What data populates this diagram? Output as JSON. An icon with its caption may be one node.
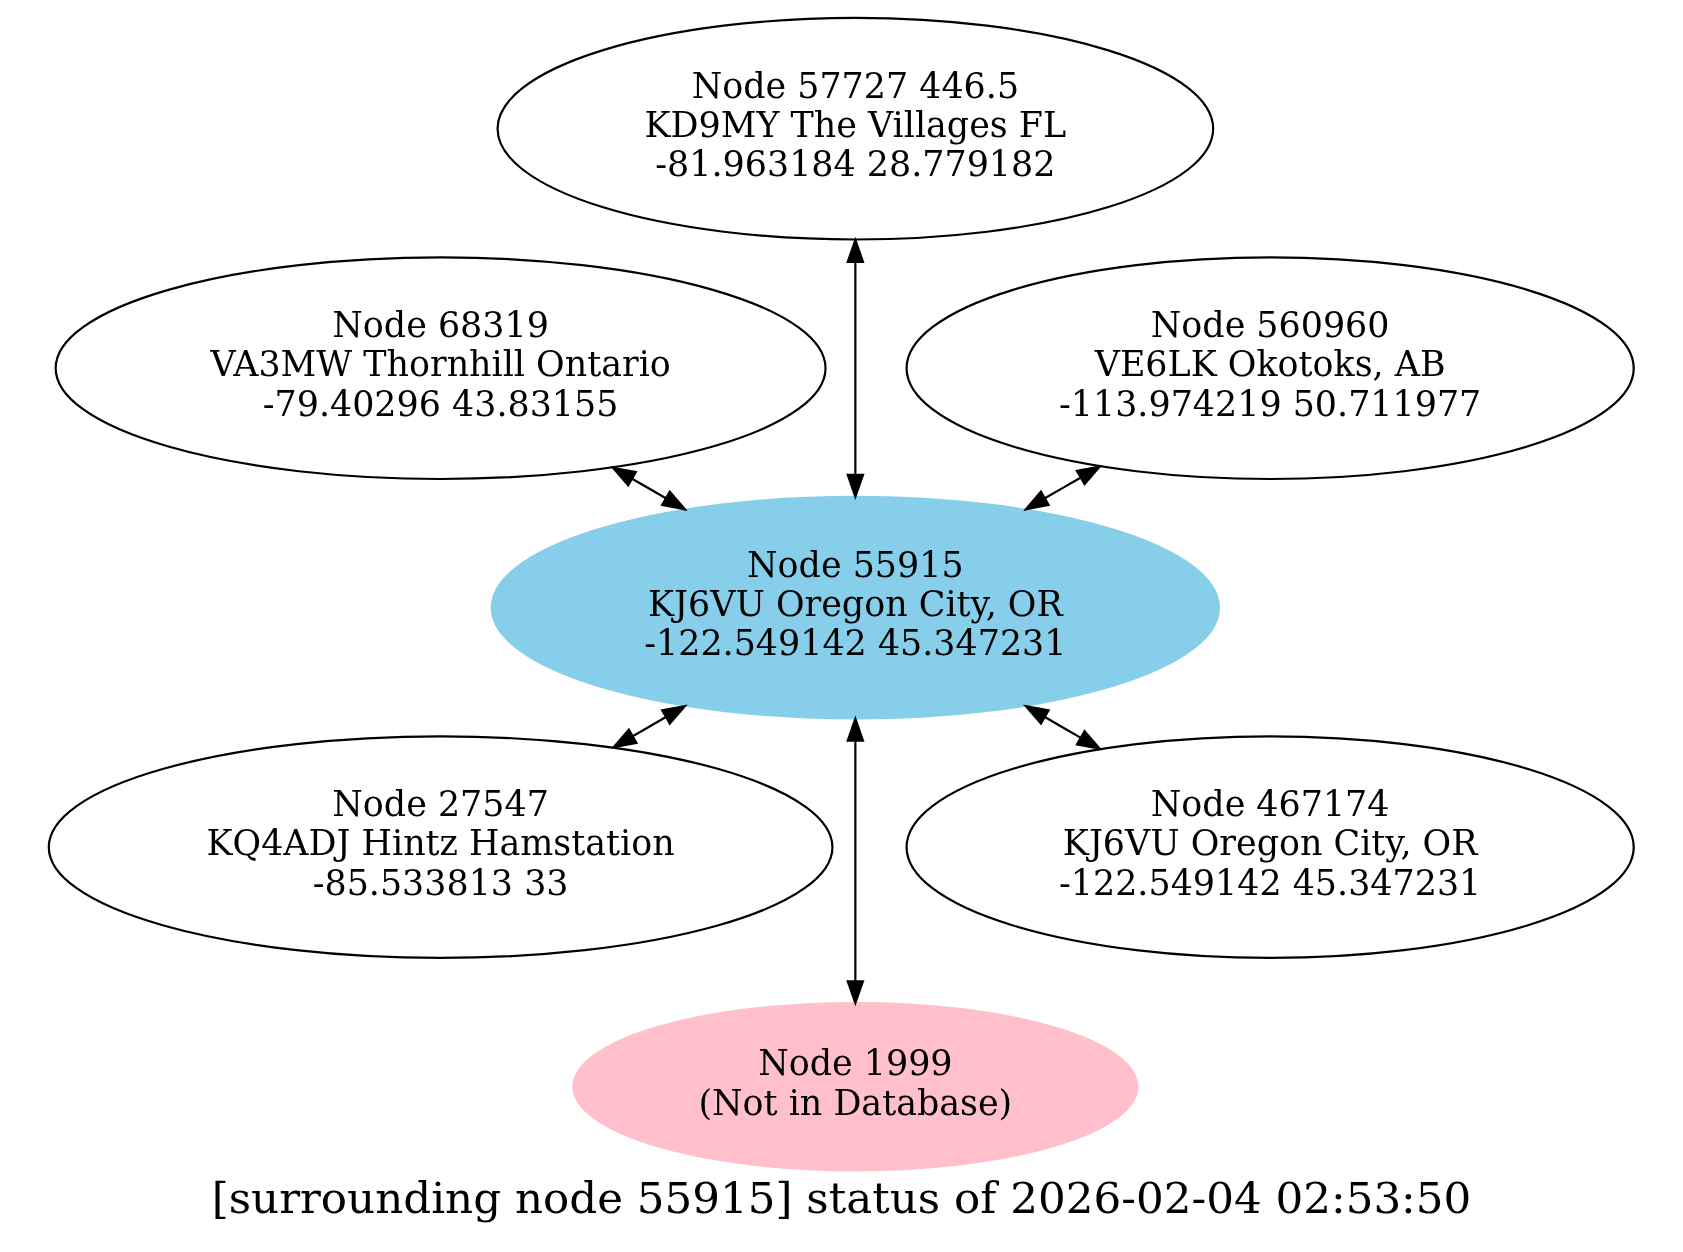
{
  "diagram": {
    "caption": "[surrounding node 55915] status of 2026-02-04 02:53:50",
    "nodes": [
      {
        "text": [
          "Node 560960 VE6LK Okotoks, AB -113.974219 50.711977"
        ]
      },
      {
        "text": [
          "Node 57727 446.5 KD9MY The Villages FL -81.963184 28.779182"
        ]
      },
      {
        "text": [
          "Node 68319 VA3MW Thornhill Ontario -79.40296 43.83155"
        ]
      },
      {
        "text": [
          "Node 55915 KJ6VU Oregon City, OR -122.549142 45.347231"
        ]
      },
      {
        "text": [
          "Node 27547 KQ4ADJ Hintz Hamstation -85.533813 33"
        ]
      },
      {
        "text": [
          "Node 1999 (Not in Database)"
        ]
      },
      {
        "text": [
          "Node 467174 KJ6VU Oregon City, OR -122.549142 45.347231"
        ]
      }
    ],
    "edges": [
      {
        "from": 3,
        "to": 0,
        "arrow": "both"
      },
      {
        "from": 3,
        "to": 1,
        "arrow": "both"
      },
      {
        "from": 3,
        "to": 2,
        "arrow": "both"
      },
      {
        "from": 3,
        "to": 4,
        "arrow": "both"
      },
      {
        "from": 3,
        "to": 5,
        "arrow": "both"
      },
      {
        "from": 3,
        "to": 6,
        "arrow": "both"
      }
    ]
  }
}
